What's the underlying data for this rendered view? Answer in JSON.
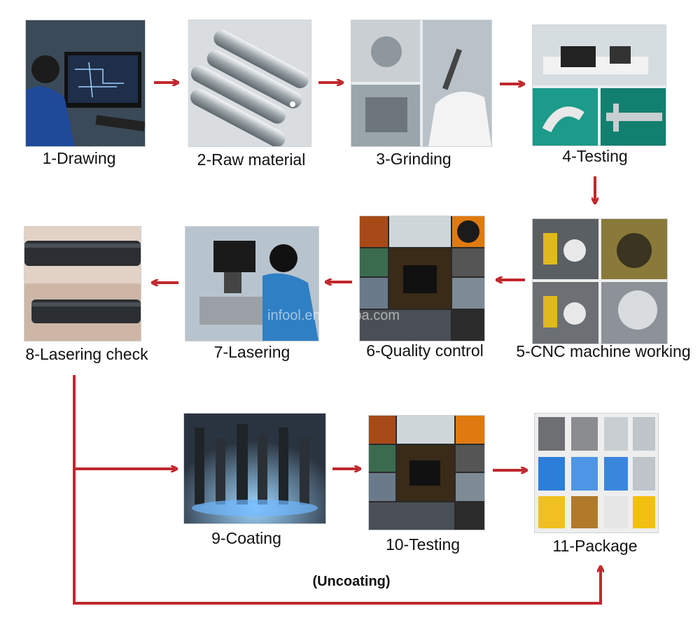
{
  "steps": [
    {
      "label": "1-Drawing"
    },
    {
      "label": "2-Raw material"
    },
    {
      "label": "3-Grinding"
    },
    {
      "label": "4-Testing"
    },
    {
      "label": "5-CNC machine working"
    },
    {
      "label": "6-Quality control"
    },
    {
      "label": "7-Lasering"
    },
    {
      "label": "8-Lasering check"
    },
    {
      "label": "9-Coating"
    },
    {
      "label": "10-Testing"
    },
    {
      "label": "11-Package"
    }
  ],
  "branch_note": "(Uncoating)",
  "watermark": "infool.en.alibaba.com",
  "colors": {
    "arrow": "#c0282d",
    "line": "#c0282d"
  }
}
